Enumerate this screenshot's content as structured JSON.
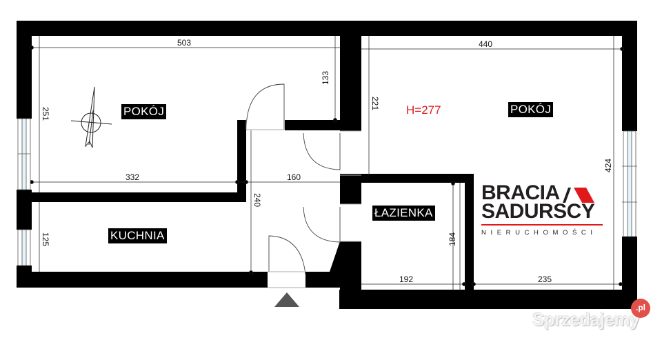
{
  "plan": {
    "ceiling_height": "H=277",
    "ceiling_height_color": "#e0191d",
    "rooms": [
      {
        "id": "pokoj-left",
        "label": "POKÓJ"
      },
      {
        "id": "pokoj-right",
        "label": "POKÓJ"
      },
      {
        "id": "kuchnia",
        "label": "KUCHNIA"
      },
      {
        "id": "lazienka",
        "label": "ŁAZIENKA"
      }
    ],
    "dimensions": {
      "top_left_width": "503",
      "top_right_width": "440",
      "left_room_height": "251",
      "left_room_recess": "133",
      "right_room_upper": "221",
      "right_room_height": "424",
      "kitchen_width": "332",
      "hall_width": "160",
      "hall_height": "240",
      "kitchen_height": "125",
      "bathroom_height": "184",
      "bathroom_width": "192",
      "right_bottom_width": "235"
    },
    "icons": {
      "compass": "north-arrow-icon",
      "entrance": "entrance-triangle-icon"
    }
  },
  "branding": {
    "line1": "BRACIA",
    "line2": "SADURSCY",
    "line3": "NIERUCHOMOŚCI",
    "accent_color": "#e0191d",
    "text_color": "#231f20"
  },
  "watermark": {
    "text": "Sprzedajemy",
    "badge": ".pl",
    "badge_color": "#e2504a"
  }
}
